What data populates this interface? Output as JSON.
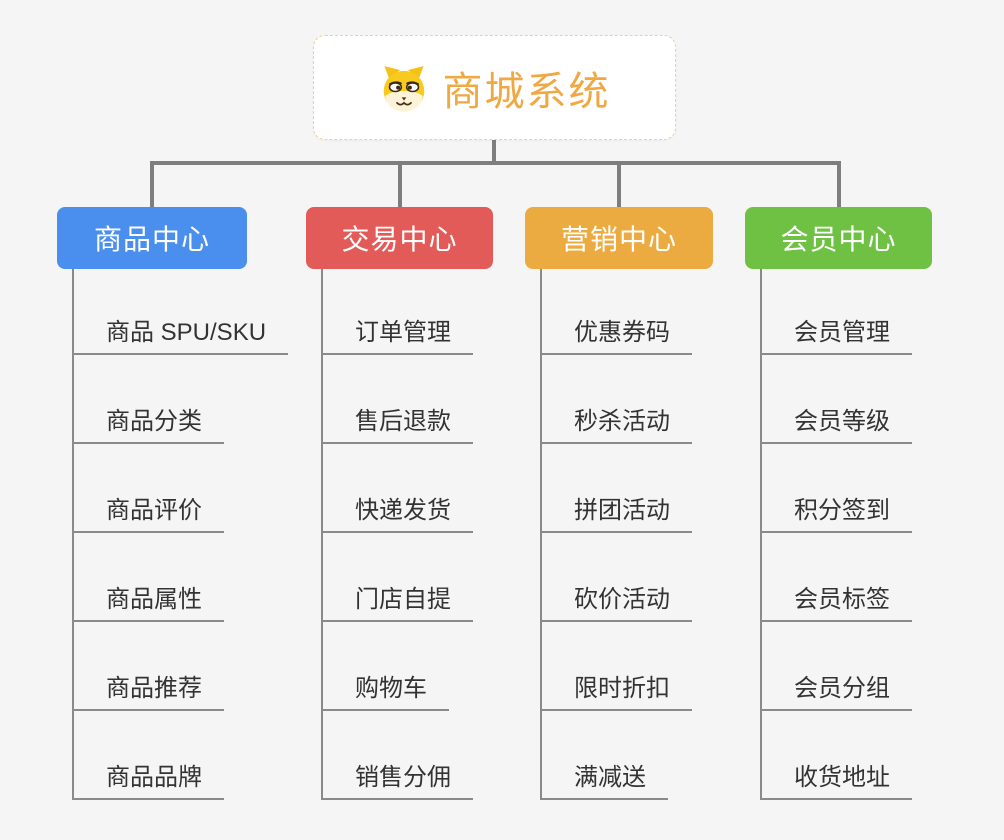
{
  "root": {
    "title": "商城系统",
    "icon": "dog-face-icon"
  },
  "branches": [
    {
      "label": "商品中心",
      "color": "#4a8fee",
      "items": [
        "商品 SPU/SKU",
        "商品分类",
        "商品评价",
        "商品属性",
        "商品推荐",
        "商品品牌"
      ]
    },
    {
      "label": "交易中心",
      "color": "#e25b58",
      "items": [
        "订单管理",
        "售后退款",
        "快递发货",
        "门店自提",
        "购物车",
        "销售分佣"
      ]
    },
    {
      "label": "营销中心",
      "color": "#ecab40",
      "items": [
        "优惠券码",
        "秒杀活动",
        "拼团活动",
        "砍价活动",
        "限时折扣",
        "满减送"
      ]
    },
    {
      "label": "会员中心",
      "color": "#6ec142",
      "items": [
        "会员管理",
        "会员等级",
        "积分签到",
        "会员标签",
        "会员分组",
        "收货地址"
      ]
    }
  ],
  "palette": {
    "background": "#f5f5f5",
    "connector": "#7e7e7e",
    "trunk": "#8a8a8a",
    "item_text": "#333333",
    "branch_text": "#ffffff",
    "root_title": "#f0a843",
    "root_border": "#f1cf9d",
    "root_background": "#ffffff"
  }
}
